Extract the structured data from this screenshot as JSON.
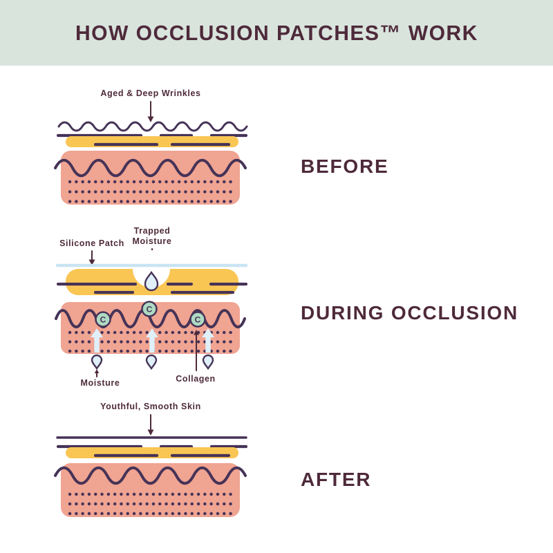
{
  "header": {
    "title": "HOW OCCLUSION PATCHES™ WORK"
  },
  "colors": {
    "banner_bg": "#d9e4dd",
    "text_maroon": "#4e2a3a",
    "line_purple": "#463357",
    "skin_pink": "#f0a492",
    "patch_yellow": "#f9c654",
    "silicone_blue": "#c9e4f3",
    "moisture_blue": "#dff0fa",
    "collagen_mint": "#aedac3",
    "canvas_bg": "#ffffff"
  },
  "before": {
    "stage_label": "BEFORE",
    "annotation": "Aged & Deep Wrinkles"
  },
  "during": {
    "stage_label": "DURING OCCLUSION",
    "silicone_patch_label": "Silicone Patch",
    "trapped_moisture_label_line1": "Trapped",
    "trapped_moisture_label_line2": "Moisture",
    "moisture_label": "Moisture",
    "collagen_label": "Collagen",
    "collagen_symbol": "C"
  },
  "after": {
    "stage_label": "AFTER",
    "annotation": "Youthful, Smooth Skin"
  }
}
